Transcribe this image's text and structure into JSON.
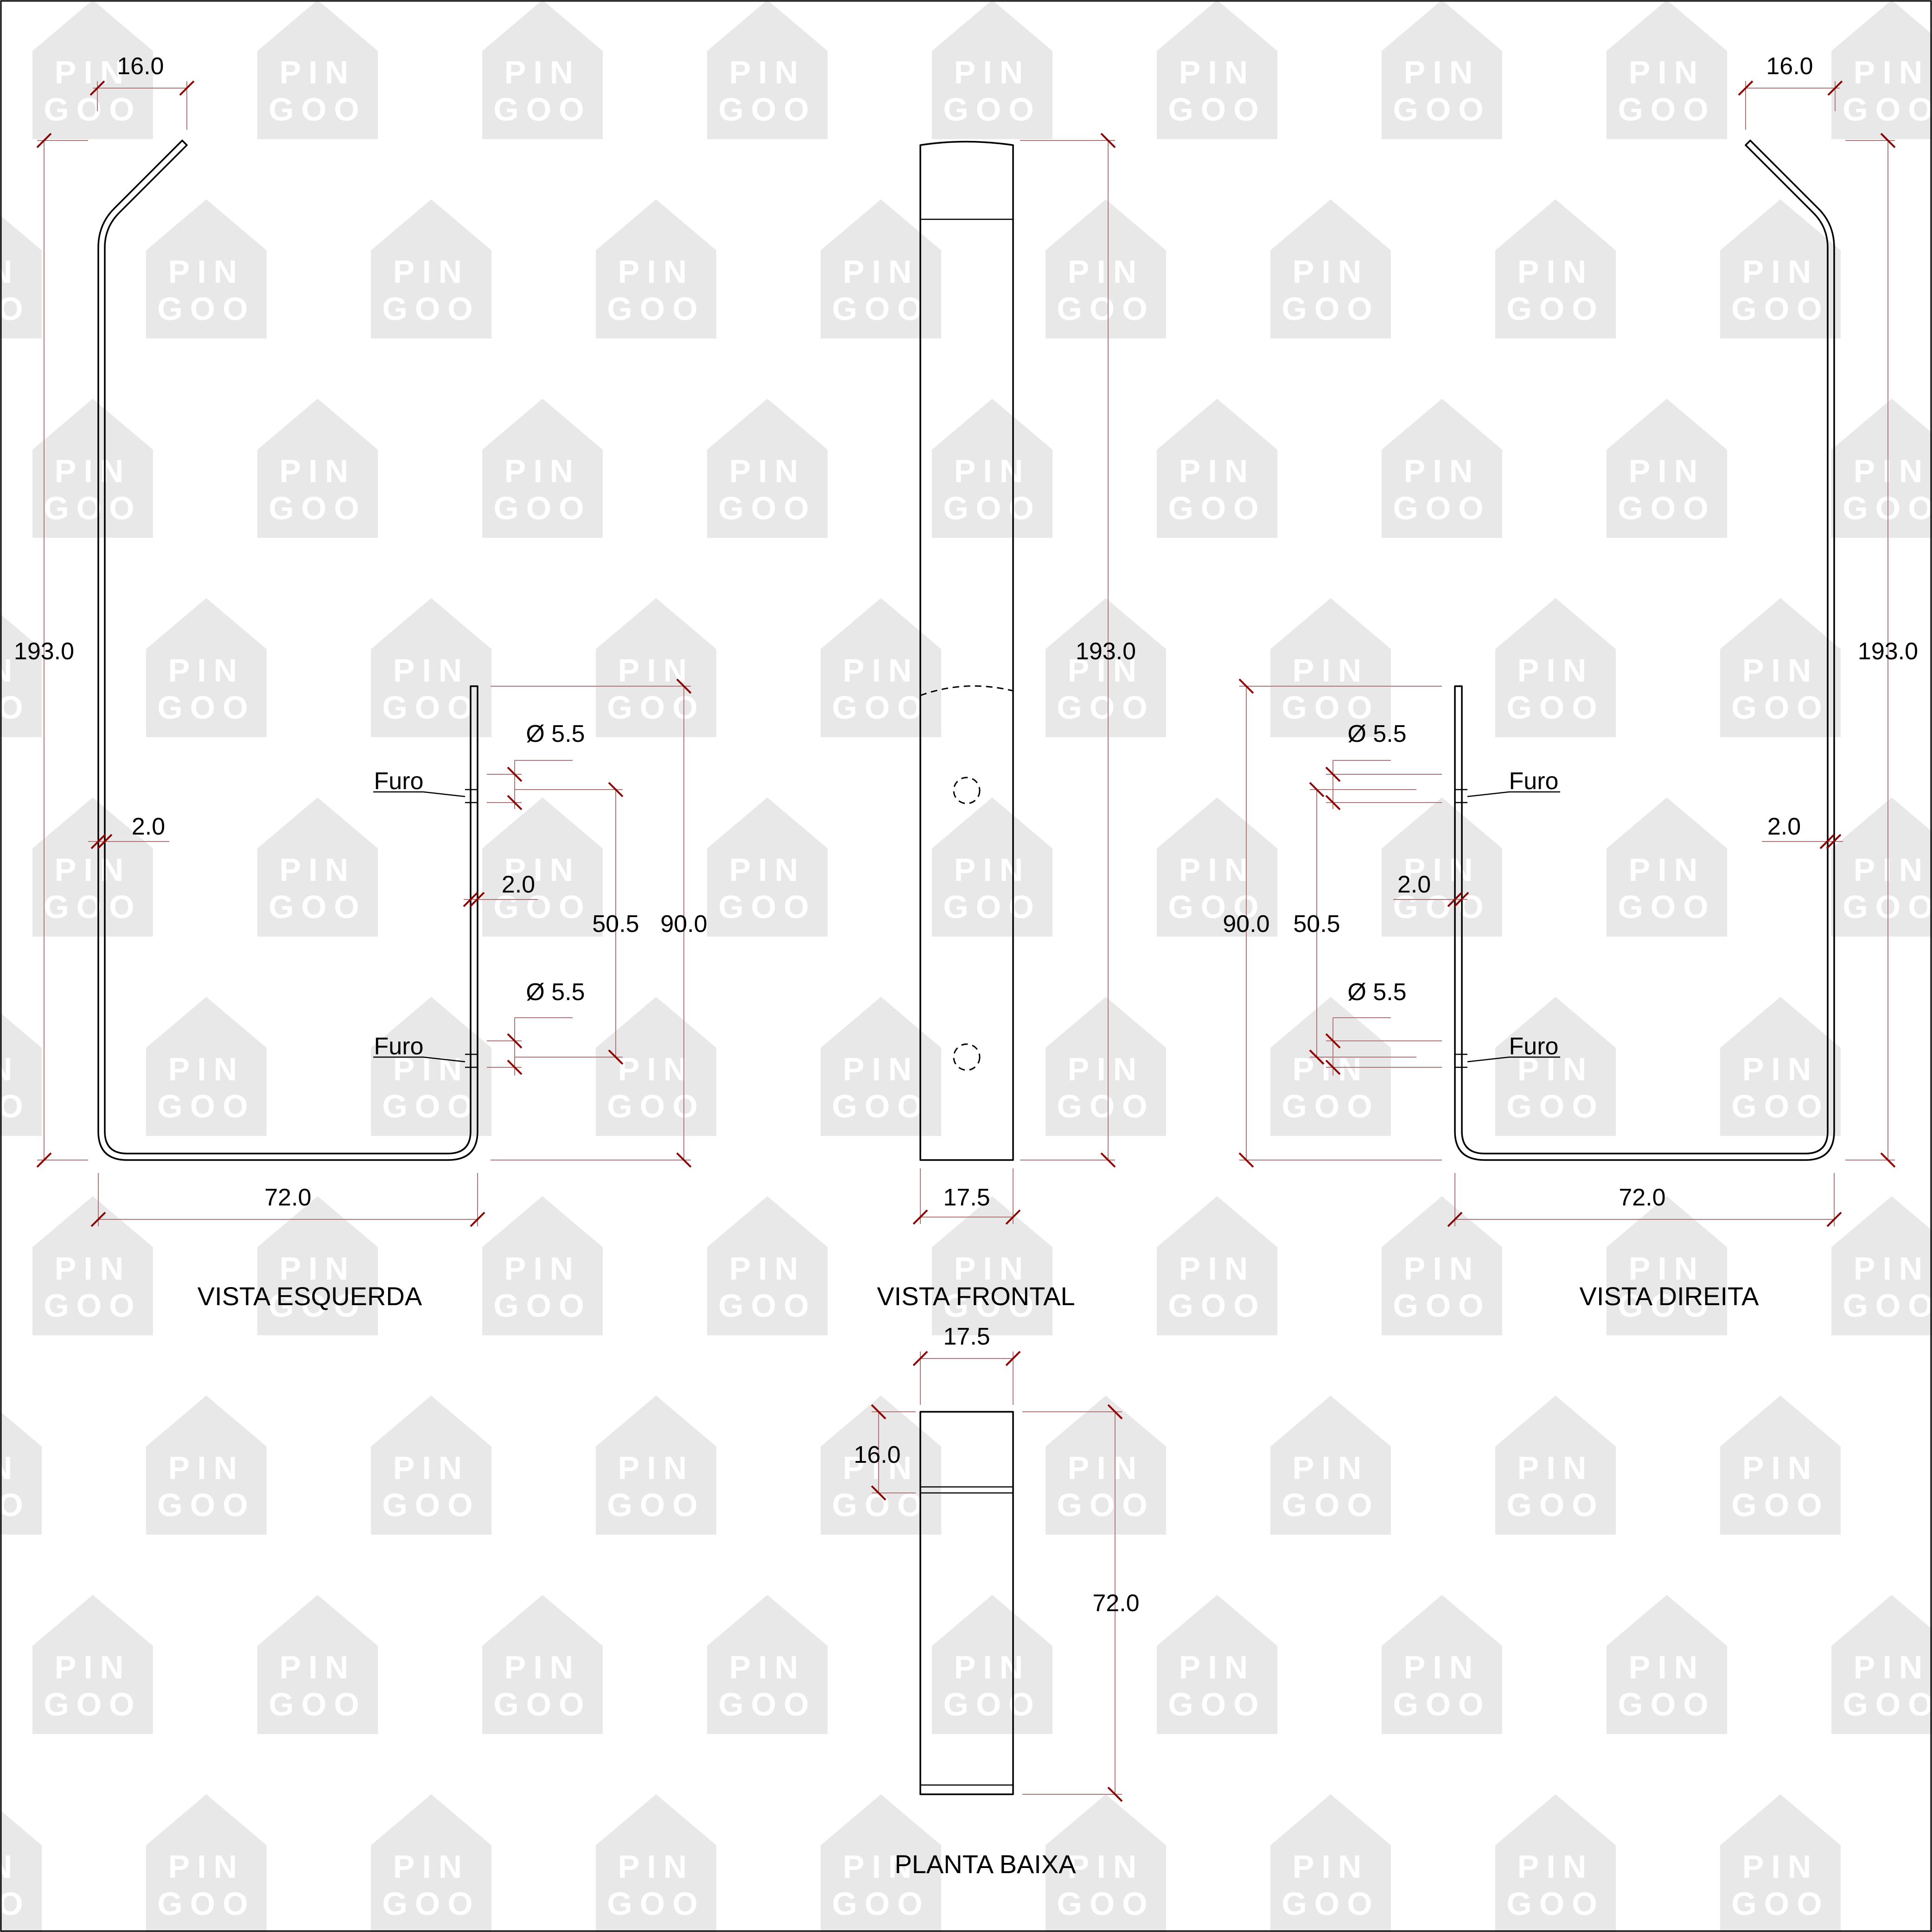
{
  "watermark": {
    "line1": "PIN",
    "line2": "GOO",
    "color": "#e8e8e8"
  },
  "views": {
    "left": {
      "title": "VISTA ESQUERDA"
    },
    "front": {
      "title": "VISTA FRONTAL"
    },
    "right": {
      "title": "VISTA DIREITA"
    },
    "plan": {
      "title": "PLANTA BAIXA"
    }
  },
  "dimensions": {
    "top_hook": "16.0",
    "height": "193.0",
    "thickness": "2.0",
    "base": "72.0",
    "bracket_height": "90.0",
    "hole_spacing": "50.5",
    "hole_diameter": "Ø 5.5",
    "width": "17.5",
    "plan_hook": "16.0",
    "plan_length": "72.0"
  },
  "labels": {
    "hole": "Furo"
  },
  "colors": {
    "part": "#000000",
    "dimension_line": "#b37777",
    "dimension_tick": "#8b0000"
  }
}
